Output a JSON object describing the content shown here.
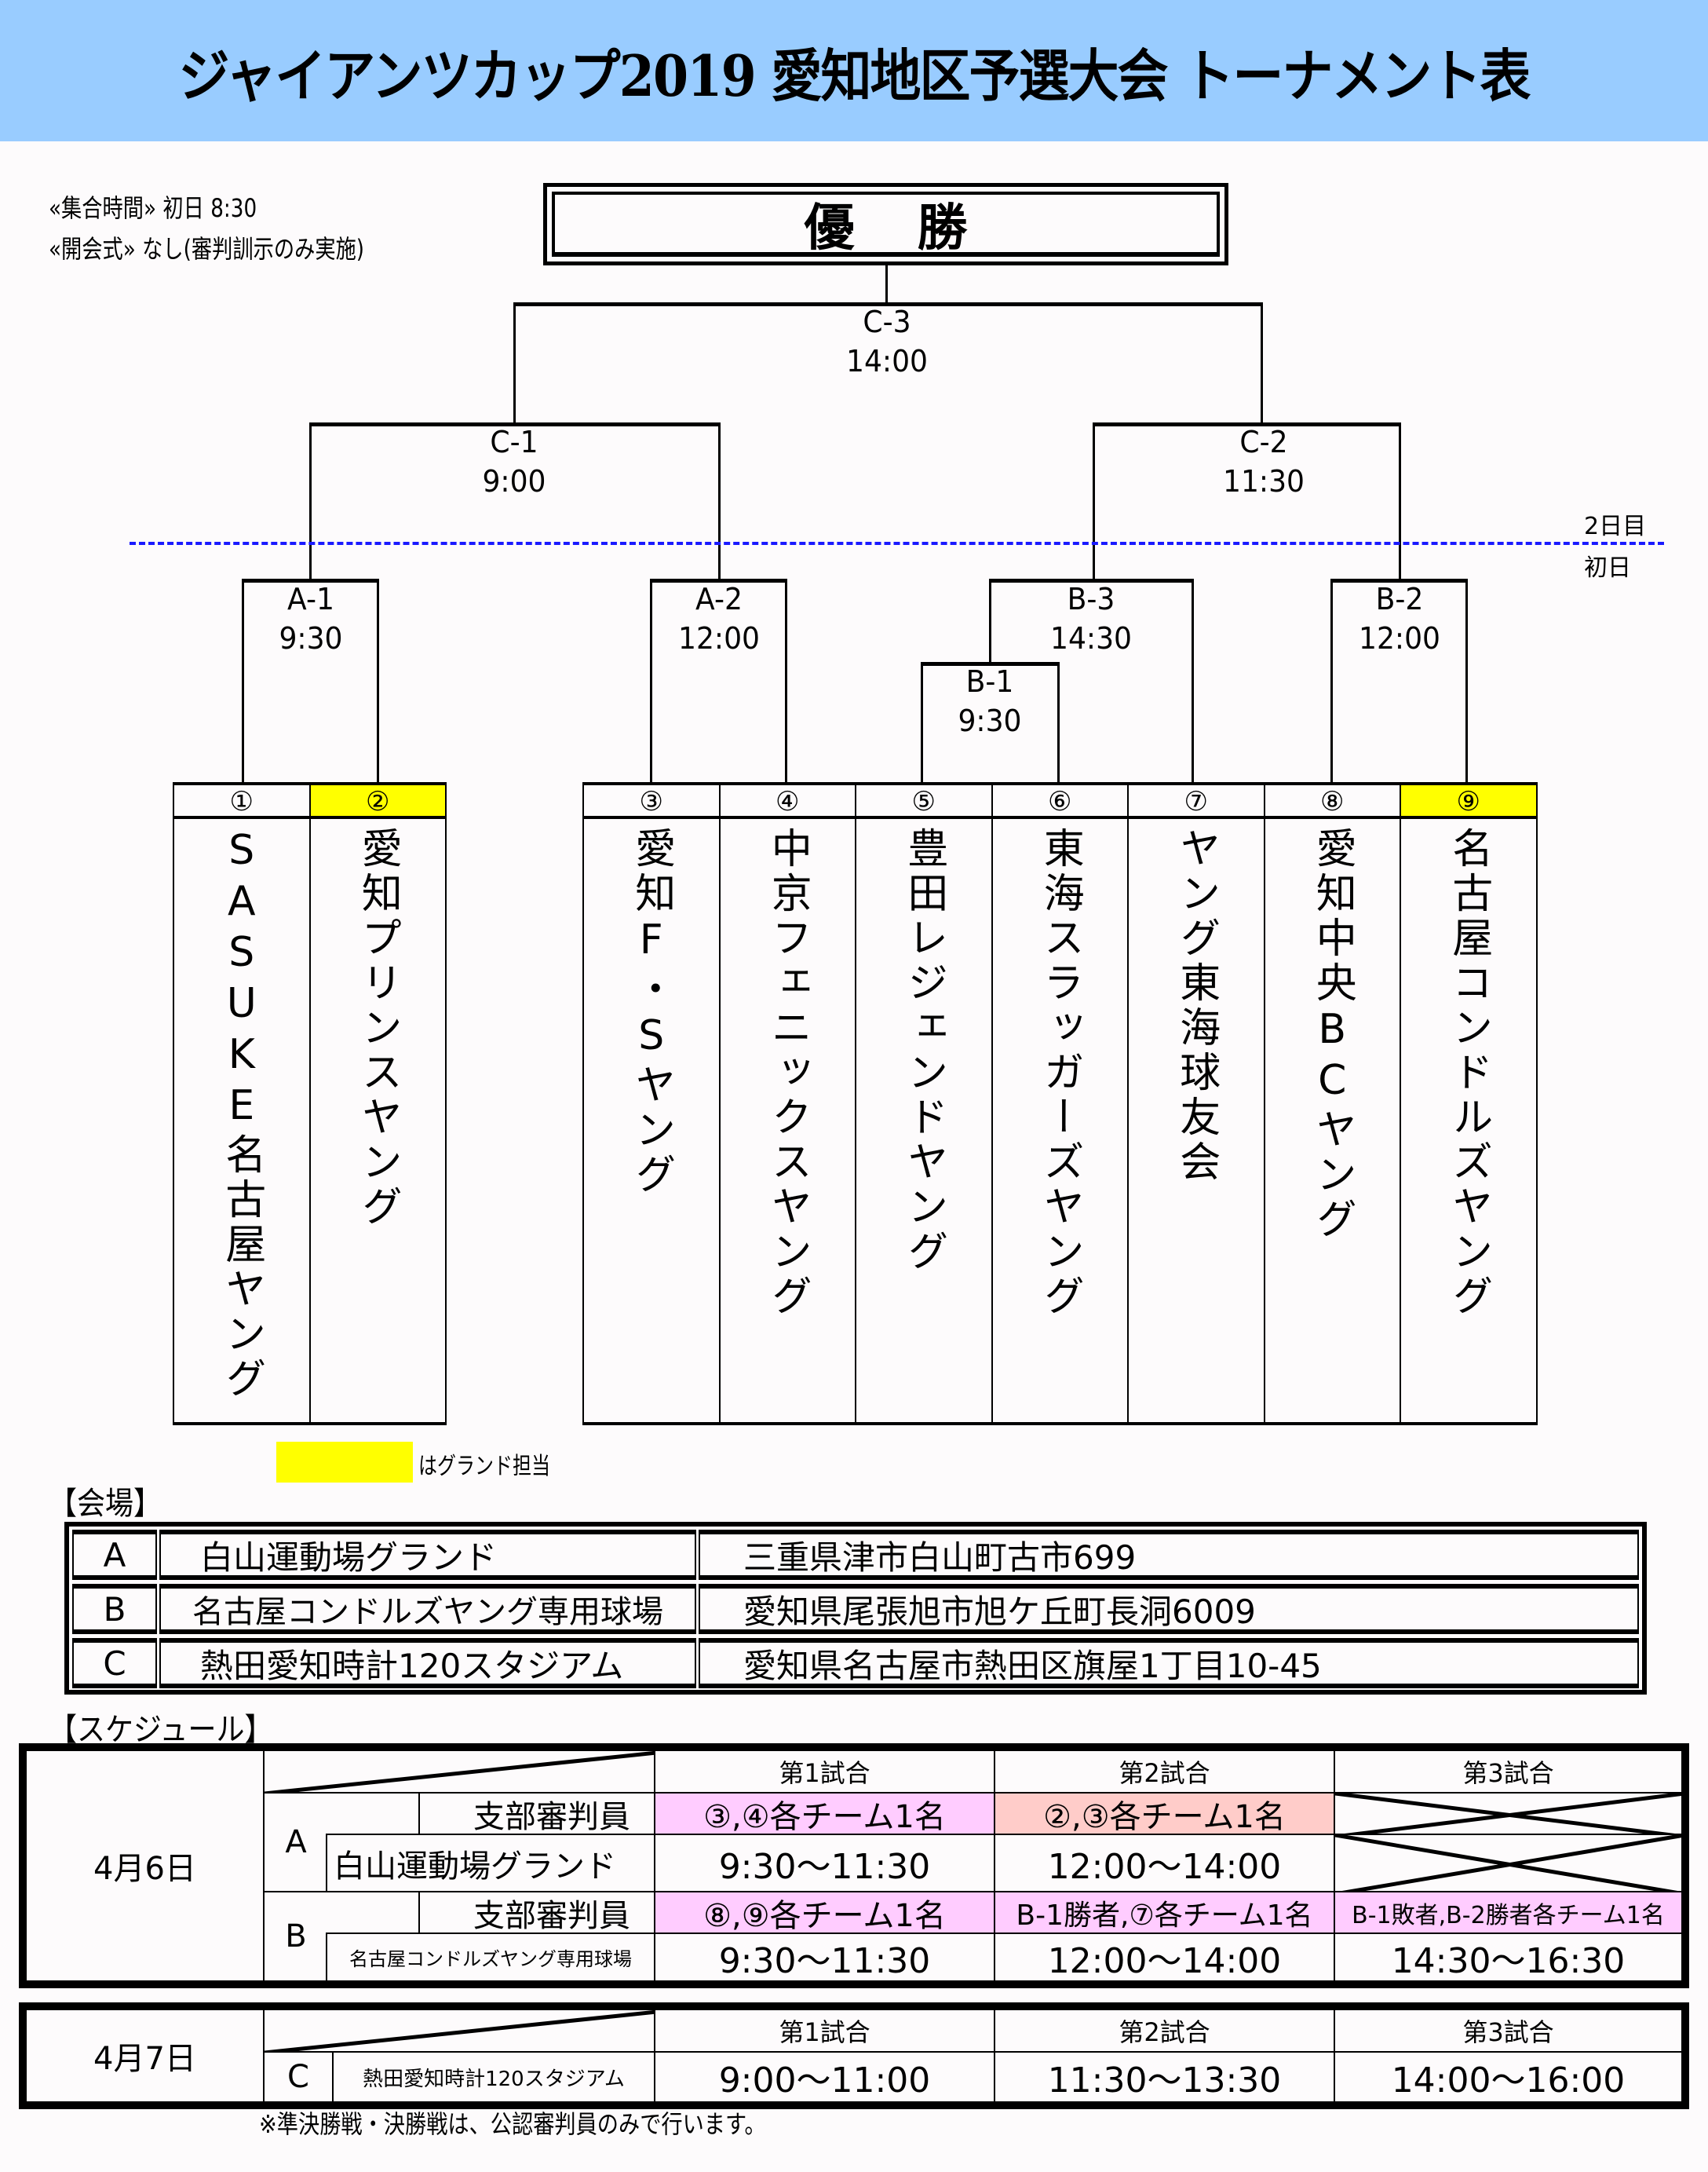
{
  "header": {
    "title": "ジャイアンツカップ2019 愛知地区予選大会 トーナメント表",
    "background": "#99ccff"
  },
  "info": {
    "assembly": "«集合時間» 初日 8:30",
    "opening": "«開会式» なし(審判訓示のみ実施)"
  },
  "champion_label": "優勝",
  "day_labels": {
    "day2": "2日目",
    "day1": "初日"
  },
  "matches": {
    "C3": {
      "code": "C-3",
      "time": "14:00"
    },
    "C1": {
      "code": "C-1",
      "time": "9:00"
    },
    "C2": {
      "code": "C-2",
      "time": "11:30"
    },
    "A1": {
      "code": "A-1",
      "time": "9:30"
    },
    "A2": {
      "code": "A-2",
      "time": "12:00"
    },
    "B3": {
      "code": "B-3",
      "time": "14:30"
    },
    "B2": {
      "code": "B-2",
      "time": "12:00"
    },
    "B1": {
      "code": "B-1",
      "time": "9:30"
    }
  },
  "teams": [
    {
      "num": "①",
      "name": "SASUKE名古屋ヤング",
      "ground_duty": false
    },
    {
      "num": "②",
      "name": "愛知プリンスヤング",
      "ground_duty": true
    },
    {
      "num": "③",
      "name": "愛知F・Sヤング",
      "ground_duty": false
    },
    {
      "num": "④",
      "name": "中京フェニックスヤング",
      "ground_duty": false
    },
    {
      "num": "⑤",
      "name": "豊田レジェンドヤング",
      "ground_duty": false
    },
    {
      "num": "⑥",
      "name": "東海スラッガーズヤング",
      "ground_duty": false
    },
    {
      "num": "⑦",
      "name": "ヤング東海球友会",
      "ground_duty": false
    },
    {
      "num": "⑧",
      "name": "愛知中央BCヤング",
      "ground_duty": false
    },
    {
      "num": "⑨",
      "name": "名古屋コンドルズヤング",
      "ground_duty": true
    }
  ],
  "legend": {
    "text": "はグランド担当",
    "color": "#ffff00"
  },
  "venues": {
    "heading": "【会場】",
    "rows": [
      {
        "id": "A",
        "name": "白山運動場グランド",
        "address": "三重県津市白山町古市699"
      },
      {
        "id": "B",
        "name": "名古屋コンドルズヤング専用球場",
        "address": "愛知県尾張旭市旭ケ丘町長洞6009"
      },
      {
        "id": "C",
        "name": "熱田愛知時計120スタジアム",
        "address": "愛知県名古屋市熱田区旗屋1丁目10-45"
      }
    ]
  },
  "schedule": {
    "heading": "【スケジュール】",
    "game_headers": [
      "第1試合",
      "第2試合",
      "第3試合"
    ],
    "umpire_label": "支部審判員",
    "day1": {
      "date": "4月6日",
      "venues": [
        {
          "id": "A",
          "name": "白山運動場グランド",
          "umpires": [
            "③,④各チーム1名",
            "②,③各チーム1名",
            ""
          ],
          "times": [
            "9:30～11:30",
            "12:00～14:00",
            ""
          ]
        },
        {
          "id": "B",
          "name": "名古屋コンドルズヤング専用球場",
          "umpires": [
            "⑧,⑨各チーム1名",
            "B-1勝者,⑦各チーム1名",
            "B-1敗者,B-2勝者各チーム1名"
          ],
          "times": [
            "9:30～11:30",
            "12:00～14:00",
            "14:30～16:30"
          ]
        }
      ]
    },
    "day2": {
      "date": "4月7日",
      "venue": {
        "id": "C",
        "name": "熱田愛知時計120スタジアム"
      },
      "times": [
        "9:00～11:00",
        "11:30～13:30",
        "14:00～16:00"
      ]
    },
    "footnote": "※準決勝戦・決勝戦は、公認審判員のみで行います。",
    "colors": {
      "pink": "#ffccff",
      "salmon": "#ffccc9"
    }
  }
}
